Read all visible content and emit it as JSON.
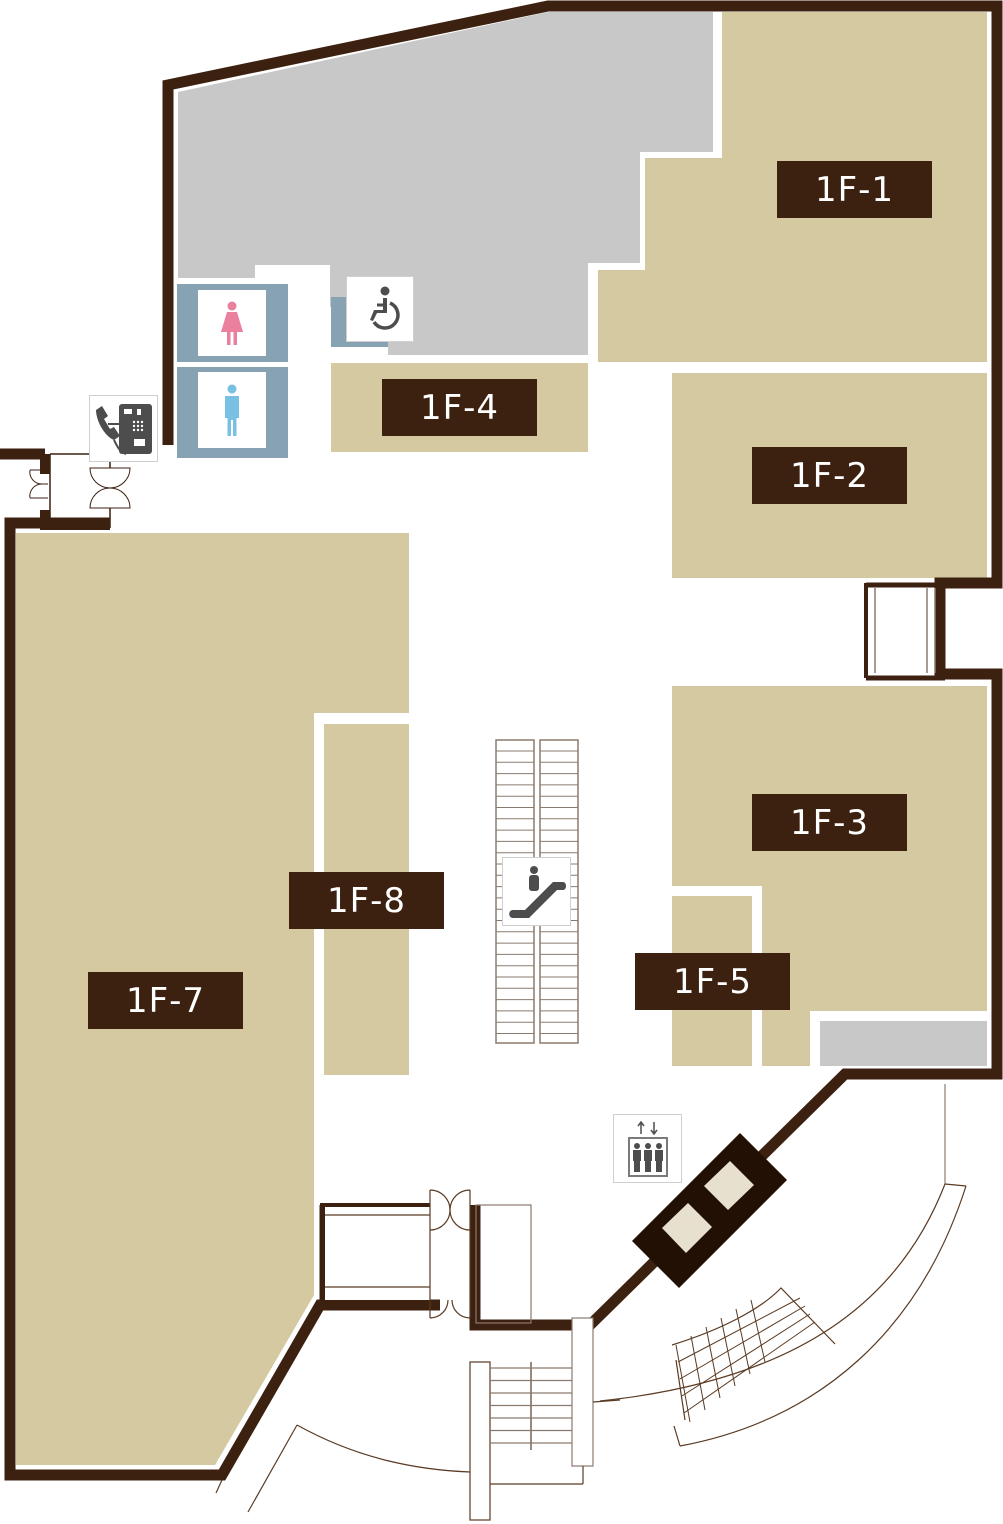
{
  "map": {
    "floor": "1F",
    "colors": {
      "wall": "#3d2110",
      "shop": "#d5c9a1",
      "backyard": "#c8c8c8",
      "restroom": "#86a2b3",
      "label_bg": "#3d2110",
      "label_text": "#ffffff",
      "female_icon": "#ea7f9e",
      "male_icon": "#79c0e3",
      "icon_gray": "#4d4d4d"
    },
    "shops": [
      {
        "id": "1F-1",
        "label": "1F-1"
      },
      {
        "id": "1F-2",
        "label": "1F-2"
      },
      {
        "id": "1F-3",
        "label": "1F-3"
      },
      {
        "id": "1F-4",
        "label": "1F-4"
      },
      {
        "id": "1F-5",
        "label": "1F-5"
      },
      {
        "id": "1F-7",
        "label": "1F-7"
      },
      {
        "id": "1F-8",
        "label": "1F-8"
      }
    ],
    "facilities": [
      {
        "icon": "womens-restroom-icon"
      },
      {
        "icon": "mens-restroom-icon"
      },
      {
        "icon": "accessible-restroom-icon"
      },
      {
        "icon": "payphone-icon"
      },
      {
        "icon": "escalator-icon"
      },
      {
        "icon": "elevator-icon"
      }
    ]
  }
}
